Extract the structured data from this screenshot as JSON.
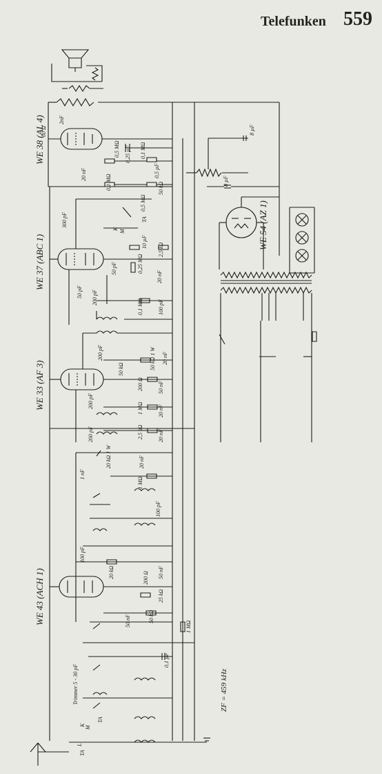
{
  "header": {
    "brand": "Telefunken",
    "page_number": "559"
  },
  "tubes": {
    "output": "WE 38 (AL 4)",
    "demod": "WE 37 (ABC 1)",
    "if_amp": "WE 33 (AF 3)",
    "mixer": "WE 43 (ACH 1)",
    "rectifier": "WE 54 (AZ 1)"
  },
  "notes": {
    "if_freq": "ZF = 459 kHz",
    "trimmer": "Trimmer 5 - 30 pF"
  },
  "component_values": {
    "r50": "50 Ω",
    "c2nf": "2nF",
    "c20nf_a": "20 nF",
    "r05m": "0,5 MΩ",
    "c025": "0,25 µF",
    "r01m": "0,1 MΩ",
    "c05": "0,5 µF",
    "r01m_b": "0,1 MΩ",
    "r50k": "50 kΩ",
    "c300": "300 pF",
    "r05m_b": "0,5 MΩ",
    "c10": "10 µF",
    "r25k": "2,5 kΩ",
    "c50pf": "50 pF",
    "r025m": "0,25 MΩ",
    "c20nf_b": "20 nF",
    "c50pf_b": "50 pF",
    "c200pf": "200 pF",
    "r01m_c": "0,1 MΩ",
    "c100pf": "100 pF",
    "c8uf": "8 µF",
    "c8uf_b": "8 µF",
    "c200pf_b": "200 pF",
    "r50k_1w": "50 kΩ 1 W",
    "c20nf_c": "20 nF",
    "r50k_b": "50 kΩ",
    "r200": "200 Ω",
    "c50nf": "50 nF",
    "c200pf_c": "200 pF",
    "r1m": "1 MΩ",
    "c20nf_d": "20 nF",
    "c200pf_d": "200 pF",
    "r25k_b": "2,5 kΩ",
    "c20nf_e": "20 nF",
    "r20k_1w": "20 kΩ 1 W",
    "c20nf_f": "20 nF",
    "c1nf": "1 nF",
    "r1m_b": "1 MΩ",
    "c100pf_b": "100 pF",
    "c100pf_c": "100 pF",
    "r20k": "20 kΩ",
    "r200_b": "200 Ω",
    "c50nf_b": "50 nF",
    "r25k_c": "25 kΩ",
    "c50nf_c": "50 nF",
    "r50k_c": "50 kΩ",
    "r1m_c": "1 MΩ",
    "c01uf": "0,1 µF"
  },
  "switch_labels": {
    "k": "K",
    "m": "M",
    "ta": "TA",
    "k2": "K",
    "m2": "M",
    "ta2": "TA",
    "l": "L",
    "ta3": "TA"
  },
  "colors": {
    "paper": "#e9e9e4",
    "ink": "#1a1a1a"
  }
}
